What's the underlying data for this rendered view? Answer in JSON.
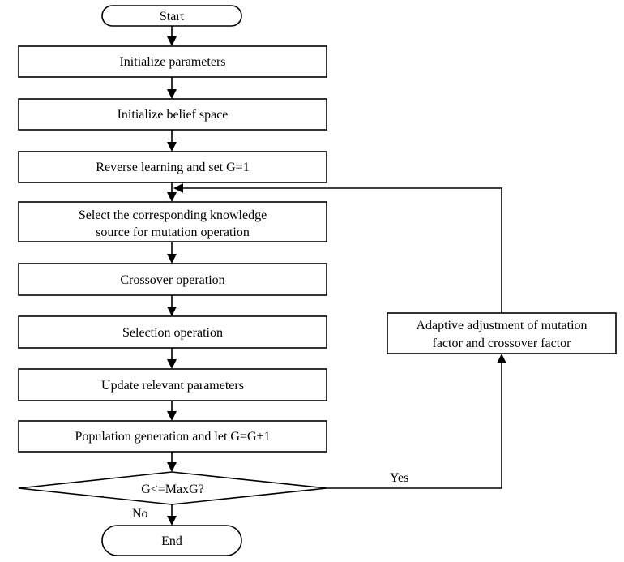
{
  "diagram": {
    "type": "flowchart",
    "nodes": {
      "start": {
        "label": "Start"
      },
      "init_params": {
        "label": "Initialize parameters"
      },
      "init_belief": {
        "label": "Initialize belief space"
      },
      "reverse_learning": {
        "label": "Reverse learning and set G=1"
      },
      "select_knowledge": {
        "line1": "Select the corresponding knowledge",
        "line2": "source for mutation operation"
      },
      "crossover": {
        "label": "Crossover operation"
      },
      "selection": {
        "label": "Selection operation"
      },
      "update_params": {
        "label": "Update relevant parameters"
      },
      "population": {
        "label": "Population generation and let G=G+1"
      },
      "decision": {
        "label": "G<=MaxG?"
      },
      "end": {
        "label": "End"
      },
      "adaptive": {
        "line1": "Adaptive adjustment of mutation",
        "line2": "factor and  crossover factor"
      }
    },
    "edges": {
      "yes_label": "Yes",
      "no_label": "No"
    },
    "colors": {
      "stroke": "#000000",
      "fill": "#ffffff"
    }
  }
}
